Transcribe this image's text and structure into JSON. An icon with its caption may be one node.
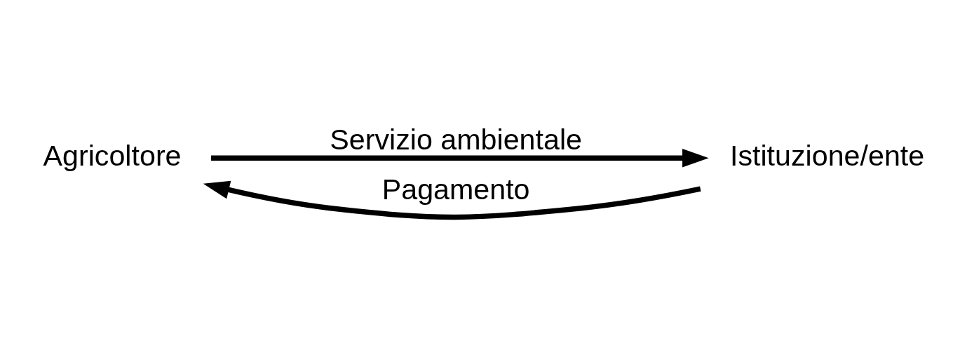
{
  "diagram": {
    "nodes": [
      {
        "text": [
          "Agricoltore"
        ]
      },
      {
        "text": [
          "Istituzione/ente"
        ]
      }
    ],
    "edges": [
      {
        "from": 0,
        "to": 1,
        "arrow": "to",
        "label": "Servizio ambientale"
      },
      {
        "from": 1,
        "to": 0,
        "arrow": "to",
        "label": "Pagamento"
      }
    ]
  }
}
